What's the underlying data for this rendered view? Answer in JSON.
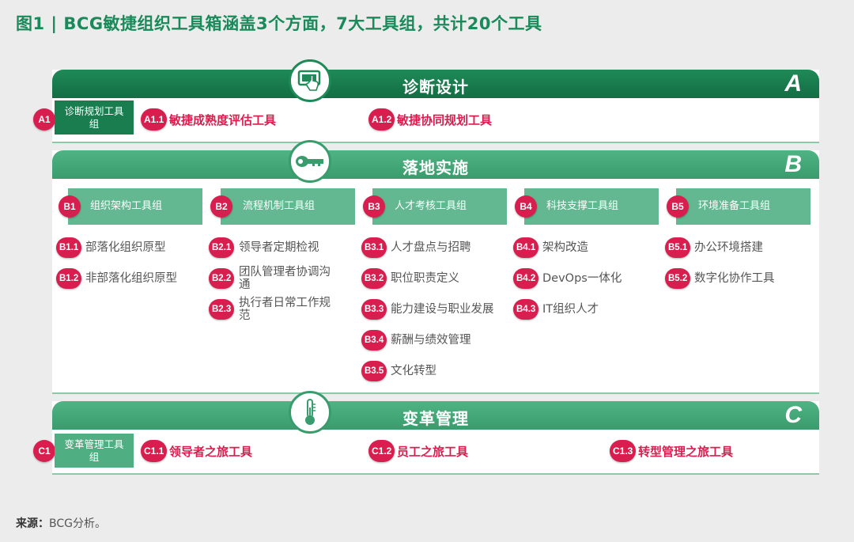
{
  "title": "图1 | BCG敏捷组织工具箱涵盖3个方面，7大工具组，共计20个工具",
  "source_label": "来源：",
  "source_text": "BCG分析。",
  "colors": {
    "red": "#d81e4f",
    "dark_green": "#1a7d4f",
    "light_green": "#4fae82"
  },
  "sections": {
    "A": {
      "title": "诊断设计",
      "letter": "A",
      "icon": "touch-screen-icon",
      "group_badge": "A1",
      "group_label": "诊断规划工具组",
      "tools": [
        {
          "code": "A1.1",
          "label": "敏捷成熟度评估工具"
        },
        {
          "code": "A1.2",
          "label": "敏捷协同规划工具"
        }
      ]
    },
    "B": {
      "title": "落地实施",
      "letter": "B",
      "icon": "key-icon",
      "groups": [
        {
          "code": "B1",
          "label": "组织架构工具组",
          "items": [
            {
              "code": "B1.1",
              "label": "部落化组织原型"
            },
            {
              "code": "B1.2",
              "label": "非部落化组织原型"
            }
          ]
        },
        {
          "code": "B2",
          "label": "流程机制工具组",
          "items": [
            {
              "code": "B2.1",
              "label": "领导者定期检视"
            },
            {
              "code": "B2.2",
              "label": "团队管理者协调沟通"
            },
            {
              "code": "B2.3",
              "label": "执行者日常工作规范"
            }
          ]
        },
        {
          "code": "B3",
          "label": "人才考核工具组",
          "items": [
            {
              "code": "B3.1",
              "label": "人才盘点与招聘"
            },
            {
              "code": "B3.2",
              "label": "职位职责定义"
            },
            {
              "code": "B3.3",
              "label": "能力建设与职业发展"
            },
            {
              "code": "B3.4",
              "label": "薪酬与绩效管理"
            },
            {
              "code": "B3.5",
              "label": "文化转型"
            }
          ]
        },
        {
          "code": "B4",
          "label": "科技支撑工具组",
          "items": [
            {
              "code": "B4.1",
              "label": "架构改造"
            },
            {
              "code": "B4.2",
              "label": "DevOps一体化"
            },
            {
              "code": "B4.3",
              "label": "IT组织人才"
            }
          ]
        },
        {
          "code": "B5",
          "label": "环境准备工具组",
          "items": [
            {
              "code": "B5.1",
              "label": "办公环境搭建"
            },
            {
              "code": "B5.2",
              "label": "数字化协作工具"
            }
          ]
        }
      ]
    },
    "C": {
      "title": "变革管理",
      "letter": "C",
      "icon": "thermometer-icon",
      "group_badge": "C1",
      "group_label": "变革管理工具组",
      "tools": [
        {
          "code": "C1.1",
          "label": "领导者之旅工具"
        },
        {
          "code": "C1.2",
          "label": "员工之旅工具"
        },
        {
          "code": "C1.3",
          "label": "转型管理之旅工具"
        }
      ]
    }
  }
}
